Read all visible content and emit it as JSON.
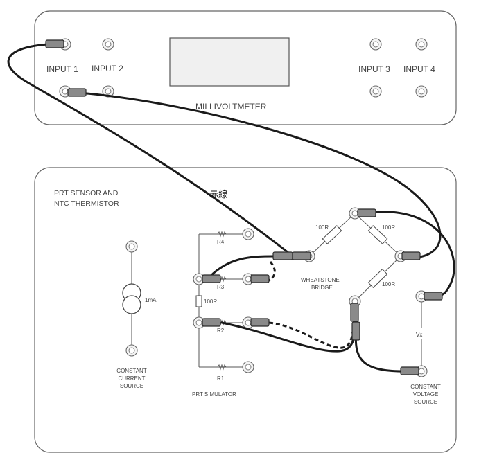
{
  "meter": {
    "title": "MILLIVOLTMETER",
    "input1": "INPUT 1",
    "input2": "INPUT 2",
    "input3": "INPUT 3",
    "input4": "INPUT 4"
  },
  "board": {
    "title_line1": "PRT SENSOR AND",
    "title_line2": "NTC THERMISTOR",
    "ccs_value": "1mA",
    "ccs_line1": "CONSTANT",
    "ccs_line2": "CURRENT",
    "ccs_line3": "SOURCE",
    "r4": "R4",
    "r3": "R3",
    "r2": "R2",
    "r1": "R1",
    "r_mid": "100R",
    "prt_label": "PRT SIMULATOR",
    "bridge_r_left": "100R",
    "bridge_r_right": "100R",
    "bridge_r_lower": "100R",
    "bridge_line1": "WHEATSTONE",
    "bridge_line2": "BRIDGE",
    "vx": "Vx",
    "cvs_line1": "CONSTANT",
    "cvs_line2": "VOLTAGE",
    "cvs_line3": "SOURCE"
  },
  "annotation": {
    "red_wire": "赤線"
  }
}
